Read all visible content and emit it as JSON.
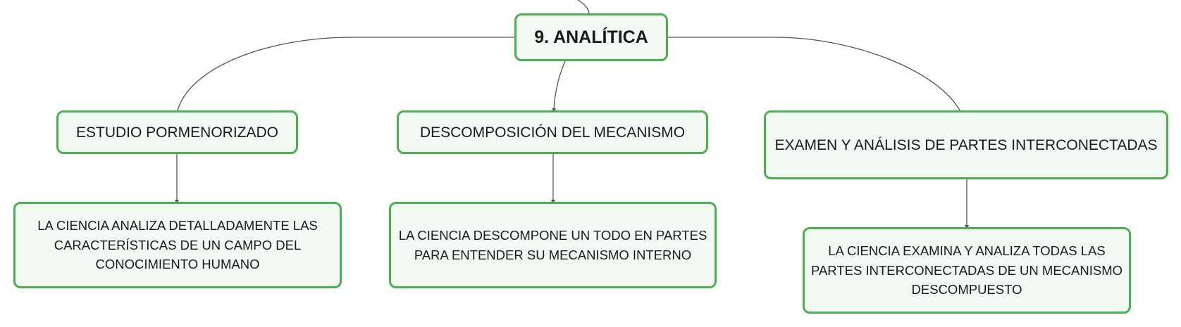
{
  "root": {
    "label": "9. ANALÍTICA"
  },
  "branches": [
    {
      "label": "ESTUDIO PORMENORIZADO",
      "detail": "LA CIENCIA ANALIZA DETALLADAMENTE LAS CARACTERÍSTICAS DE UN CAMPO DEL CONOCIMIENTO HUMANO"
    },
    {
      "label": "DESCOMPOSICIÓN DEL MECANISMO",
      "detail": "LA CIENCIA DESCOMPONE UN TODO EN PARTES PARA ENTENDER SU MECANISMO INTERNO"
    },
    {
      "label": "EXAMEN Y ANÁLISIS DE PARTES INTERCONECTADAS",
      "detail": "LA CIENCIA EXAMINA Y ANALIZA TODAS LAS PARTES INTERCONECTADAS DE UN MECANISMO DESCOMPUESTO"
    }
  ],
  "colors": {
    "node_border": "#4caf50",
    "node_fill": "#f2f9f3",
    "connector": "#555555",
    "text": "#1a1a1a"
  }
}
